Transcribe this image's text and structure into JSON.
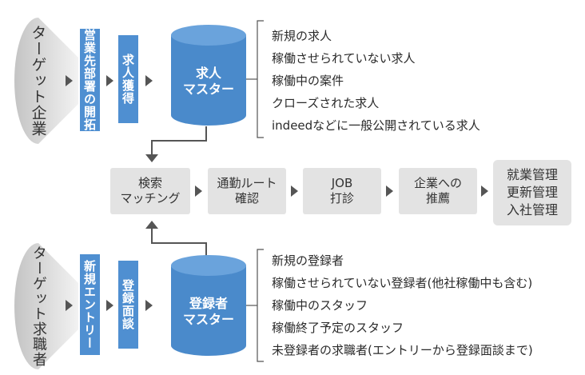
{
  "top": {
    "funnel_label": "ターゲット企業",
    "step1": "営業先部署の開拓",
    "step2": "求人獲得",
    "master": "求人\nマスター",
    "list": [
      "新規の求人",
      "稼働させられていない求人",
      "稼働中の案件",
      "クローズされた求人",
      "indeedなどに一般公開されている求人"
    ]
  },
  "middle": {
    "flow": [
      "検索\nマッチング",
      "通勤ルート\n確認",
      "JOB\n打診",
      "企業への\n推薦",
      "就業管理\n更新管理\n入社管理"
    ]
  },
  "bottom": {
    "funnel_label": "ターゲット求職者",
    "step1": "新規エントリー",
    "step2": "登録面談",
    "master": "登録者\nマスター",
    "list": [
      "新規の登録者",
      "稼働させられていない登録者(他社稼働中も含む)",
      "稼働中のスタッフ",
      "稼働終了予定のスタッフ",
      "未登録者の求職者(エントリーから登録面談まで)"
    ]
  },
  "colors": {
    "blue": "#4f8fd1",
    "cylinder": "#4a8acb",
    "cylinder_top": "#6aa3dc",
    "gray_box": "#e3e3e3",
    "funnel": "#cfcfcf"
  }
}
